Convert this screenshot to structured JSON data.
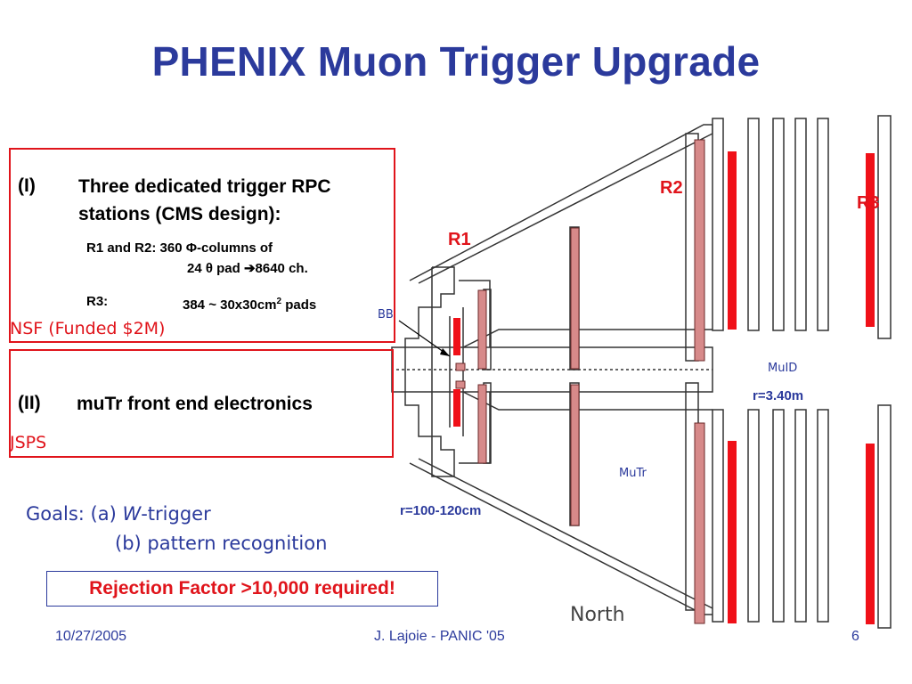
{
  "title": "PHENIX Muon Trigger Upgrade",
  "box1": {
    "num": "(I)",
    "line1": "Three dedicated trigger RPC",
    "line2": "stations (CMS design):",
    "detail1": "R1 and R2:  360 Φ-columns of",
    "detail2": "24 θ pad ➔8640 ch.",
    "detail3_label": "R3:",
    "detail3_value": "384 ~ 30x30cm",
    "detail3_sup": "2",
    "detail3_tail": " pads",
    "funding": "NSF (Funded $2M)"
  },
  "box2": {
    "num": "(II)",
    "line1": "muTr front end electronics",
    "funding": "JSPS"
  },
  "goals": {
    "prefix": "Goals: (a) ",
    "w": "W",
    "a_text": "-trigger",
    "b_text": "(b) pattern recognition"
  },
  "rejection": "Rejection Factor >10,000 required!",
  "diagram_labels": {
    "r1": "R1",
    "r2": "R2",
    "r3": "R3",
    "bb": "BB",
    "muid": "MuID",
    "mutr": "MuTr",
    "r_muid": "r=3.40m",
    "r_mutr": "r=100-120cm",
    "north": "North"
  },
  "footer": {
    "date": "10/27/2005",
    "author": "J. Lajoie - PANIC '05",
    "page": "6"
  },
  "colors": {
    "title_blue": "#2b3a9c",
    "accent_red": "#e0141b",
    "chamber_pink": "#d78a8a"
  }
}
